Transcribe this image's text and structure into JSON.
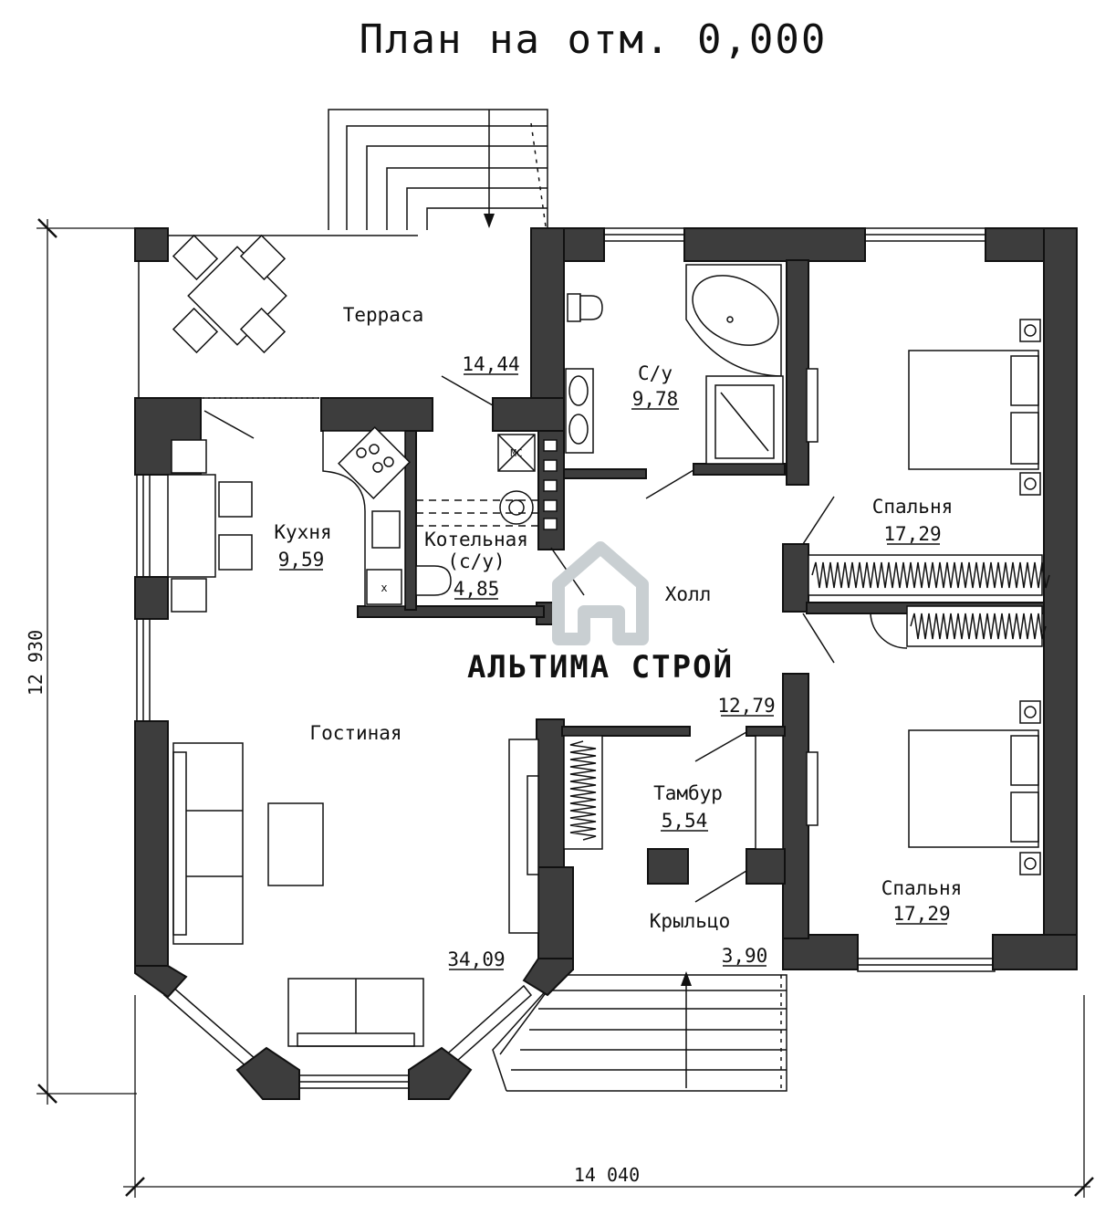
{
  "title": "План на отм. 0,000",
  "dimensions": {
    "width": "14 040",
    "height": "12 930"
  },
  "watermark": {
    "text": "АЛЬТИМА СТРОЙ",
    "logo": "house-logo-icon"
  },
  "rooms": [
    {
      "key": "terrace",
      "name": "Терраса",
      "area": "14,44"
    },
    {
      "key": "bath",
      "name": "С/у",
      "area": "9,78"
    },
    {
      "key": "bedroom1",
      "name": "Спальня",
      "area": "17,29"
    },
    {
      "key": "kitchen",
      "name": "Кухня",
      "area": "9,59"
    },
    {
      "key": "boiler",
      "name": "Котельная",
      "subname": "(с/у)",
      "area": "4,85"
    },
    {
      "key": "hall",
      "name": "Холл",
      "area": "12,79"
    },
    {
      "key": "living",
      "name": "Гостиная",
      "area": "34,09"
    },
    {
      "key": "vestibule",
      "name": "Тамбур",
      "area": "5,54"
    },
    {
      "key": "bedroom2",
      "name": "Спальня",
      "area": "17,29"
    },
    {
      "key": "porch",
      "name": "Крыльцо",
      "area": "3,90"
    }
  ],
  "fixtures": {
    "microwave": "МС",
    "sink_mark": "х"
  },
  "colors": {
    "wall": "#3d3d3d",
    "line": "#111111",
    "watermark": "#c9cfd2"
  }
}
